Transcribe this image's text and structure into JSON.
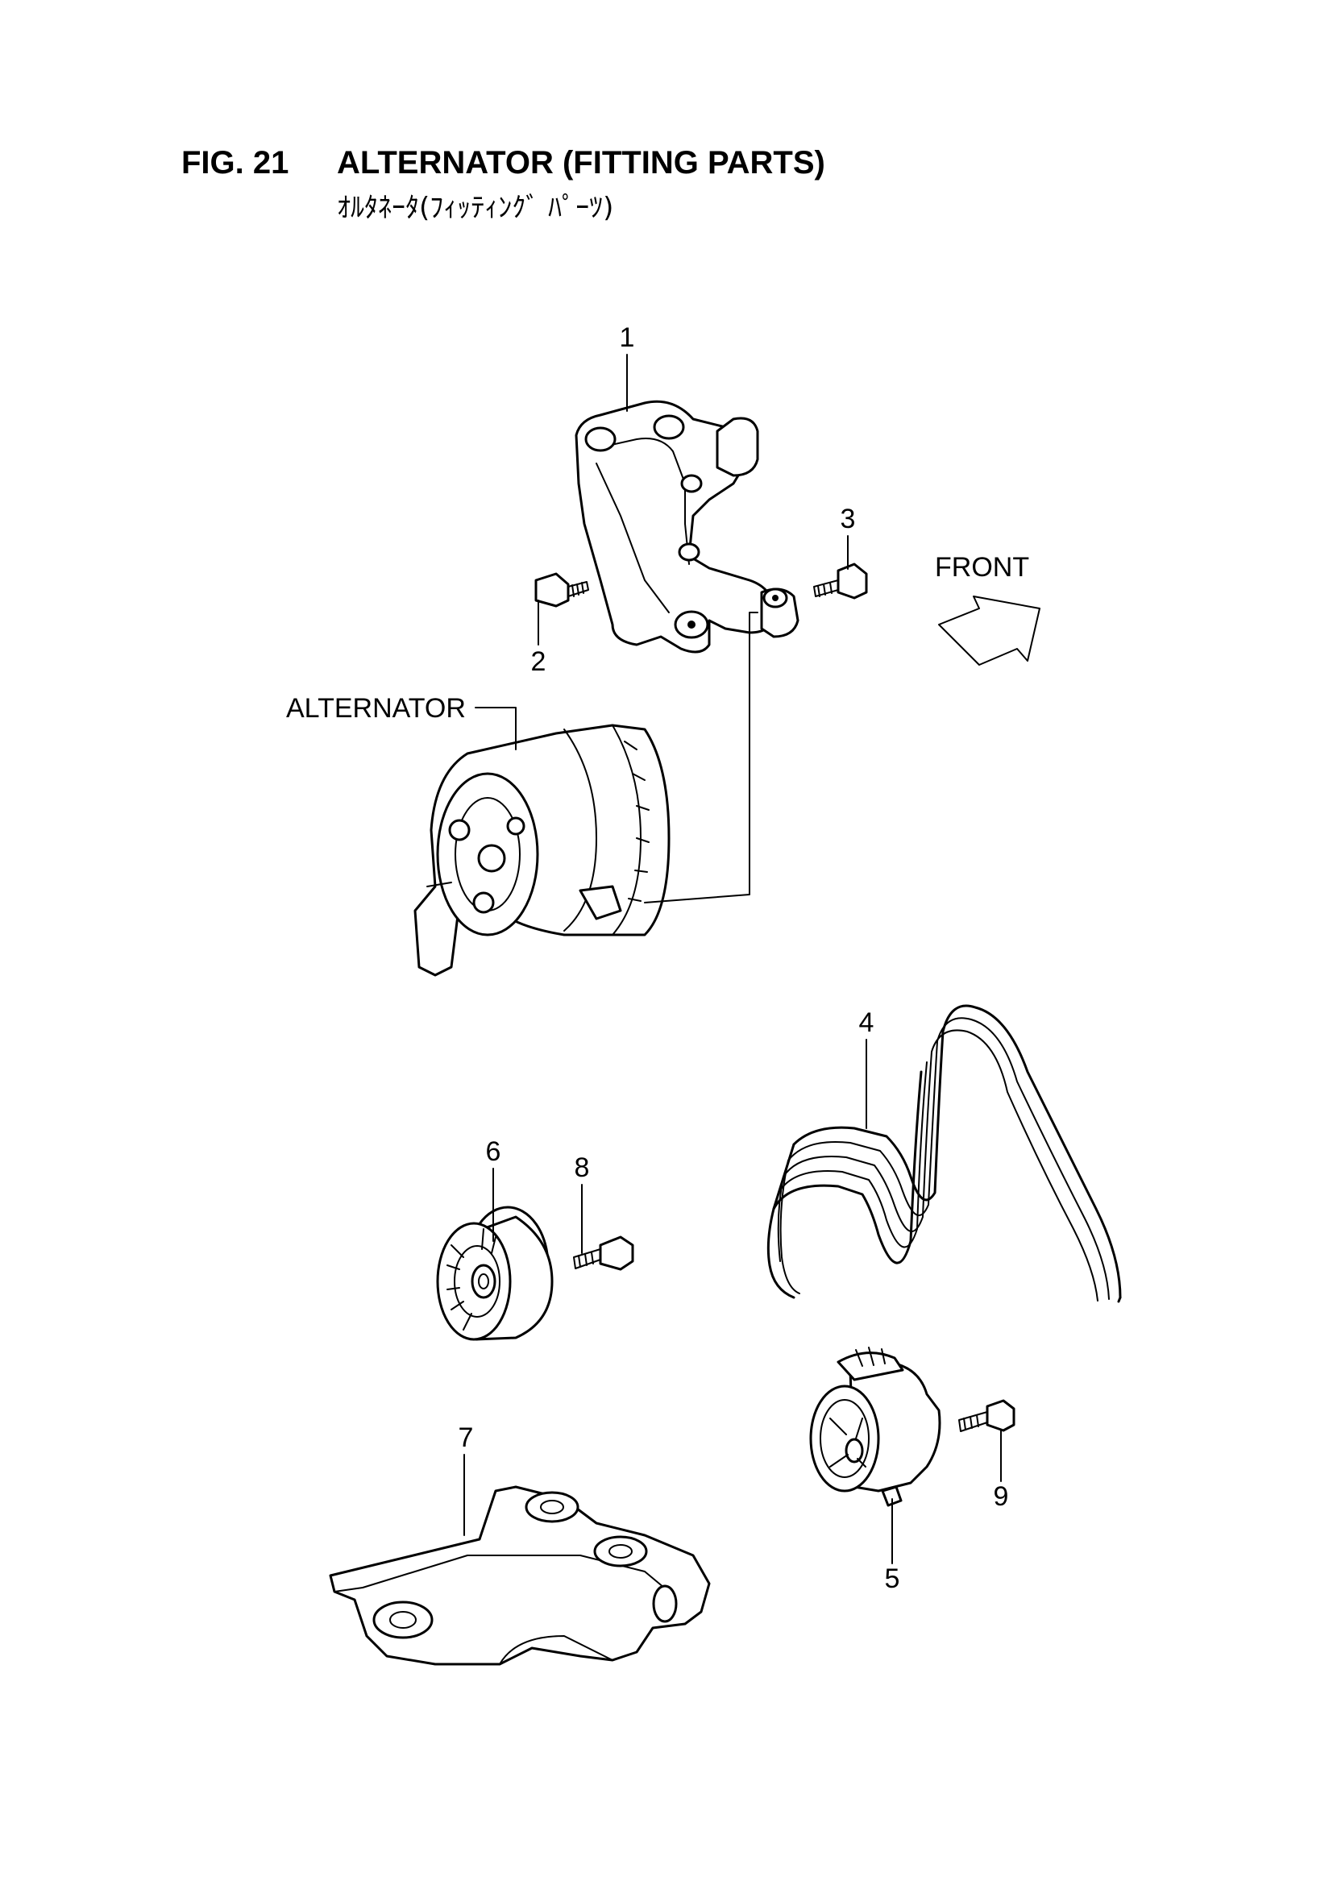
{
  "header": {
    "fig_number": "FIG. 21",
    "title": "ALTERNATOR (FITTING PARTS)",
    "subtitle": "ｵﾙﾀﾈｰﾀ(ﾌｨｯﾃｨﾝｸﾞ ﾊﾟｰﾂ)"
  },
  "callouts": {
    "part_1": "1",
    "part_2": "2",
    "part_3": "3",
    "part_4": "4",
    "part_5": "5",
    "part_6": "6",
    "part_7": "7",
    "part_8": "8",
    "part_9": "9",
    "alternator": "ALTERNATOR",
    "front": "FRONT"
  }
}
